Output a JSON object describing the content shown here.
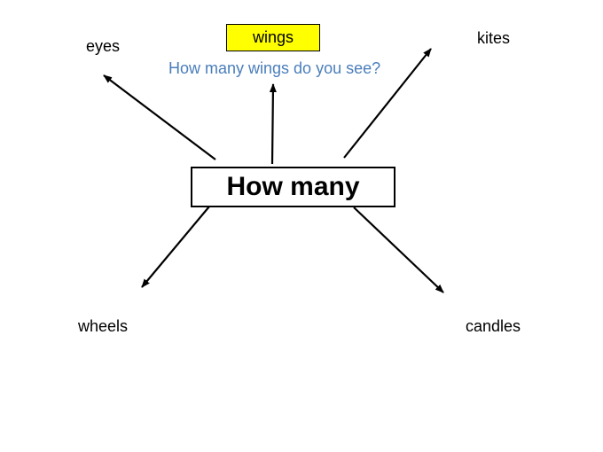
{
  "center": {
    "label": "How many"
  },
  "answer_box": {
    "label": "wings",
    "fill": "#ffff00"
  },
  "question": {
    "text": "How many wings do you see?",
    "color": "#4a7ebb"
  },
  "branches": {
    "eyes": "eyes",
    "kites": "kites",
    "wheels": "wheels",
    "candles": "candles"
  },
  "colors": {
    "text": "#000000",
    "arrow": "#000000",
    "background": "#ffffff"
  }
}
